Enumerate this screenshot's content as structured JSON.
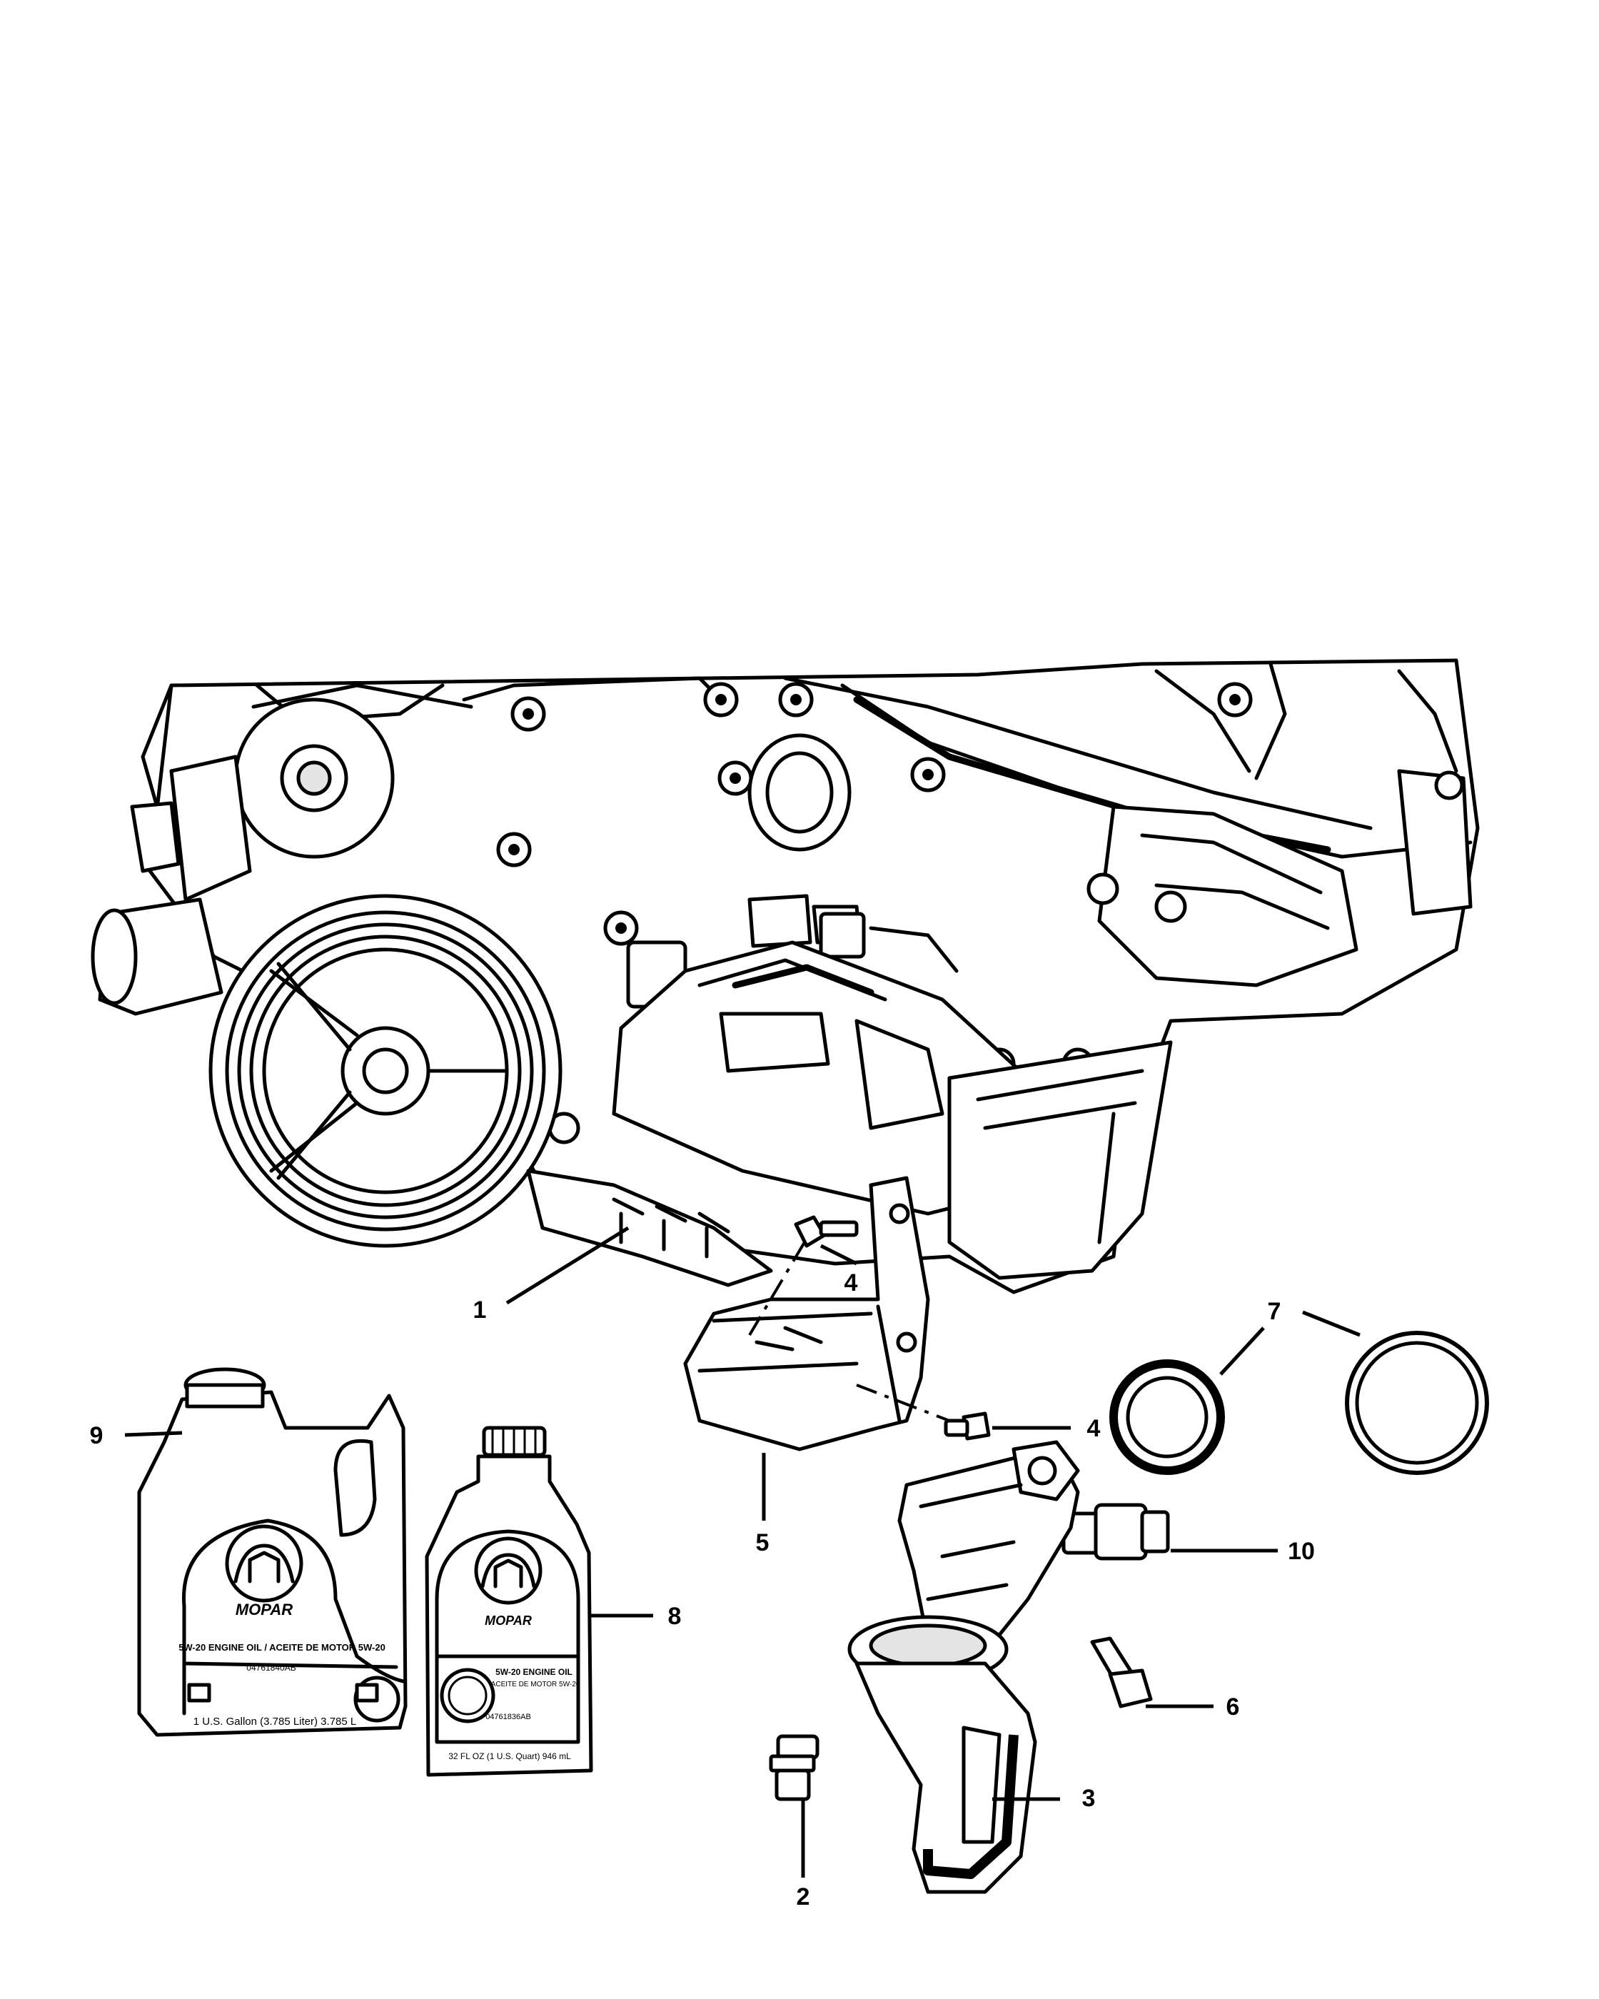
{
  "callouts": {
    "c1": "1",
    "c2": "2",
    "c3": "3",
    "c4a": "4",
    "c4b": "4",
    "c5": "5",
    "c6": "6",
    "c7": "7",
    "c8": "8",
    "c9": "9",
    "c10": "10"
  },
  "gallon_jug": {
    "brand": "MOPAR",
    "product": "5W-20 ENGINE OIL / ACEITE DE MOTOR 5W-20",
    "part_no": "04761840AB",
    "volume": "1 U.S. Gallon (3.785 Liter) 3.785 L"
  },
  "quart_bottle": {
    "brand": "MOPAR",
    "product_line1": "5W-20 ENGINE OIL",
    "product_line2": "ACEITE DE MOTOR 5W-20",
    "part_no": "04761836AB",
    "volume": "32 FL OZ (1 U.S. Quart) 946 mL"
  }
}
